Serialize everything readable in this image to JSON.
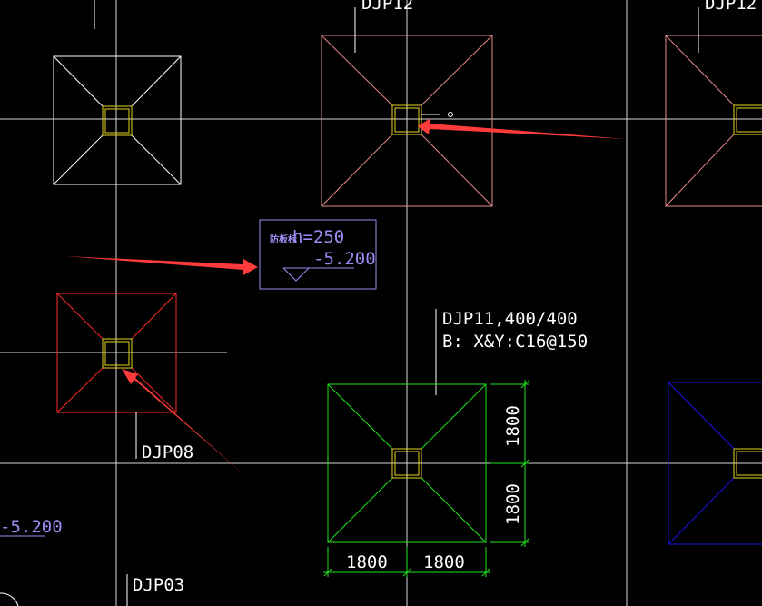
{
  "colors": {
    "background": "#000000",
    "grid": "#d9d9d9",
    "column": "#e6d21e",
    "white_footing": "#ffffff",
    "pink_footing": "#e88a8a",
    "red_footing": "#ff2a2a",
    "green_footing": "#1fe31f",
    "blue_footing": "#1313e6",
    "purple_callout": "#9a8cf2",
    "arrow": "#ff3b3b",
    "text": "#ffffff"
  },
  "labels": {
    "top_mid_label": "DJP12",
    "top_right_label": "DJP12",
    "djp11_line1": "DJP11,400/400",
    "djp11_line2": "B: X&Y:C16@150",
    "djp08": "DJP08",
    "djp03": "DJP03"
  },
  "callout": {
    "prefix": "防板标",
    "thickness": "h=250",
    "elevation": "-5.200"
  },
  "left_elevation": "-5.200",
  "dimensions": {
    "vertical_upper": "1800",
    "vertical_lower": "1800",
    "horizontal_left": "1800",
    "horizontal_right": "1800"
  }
}
